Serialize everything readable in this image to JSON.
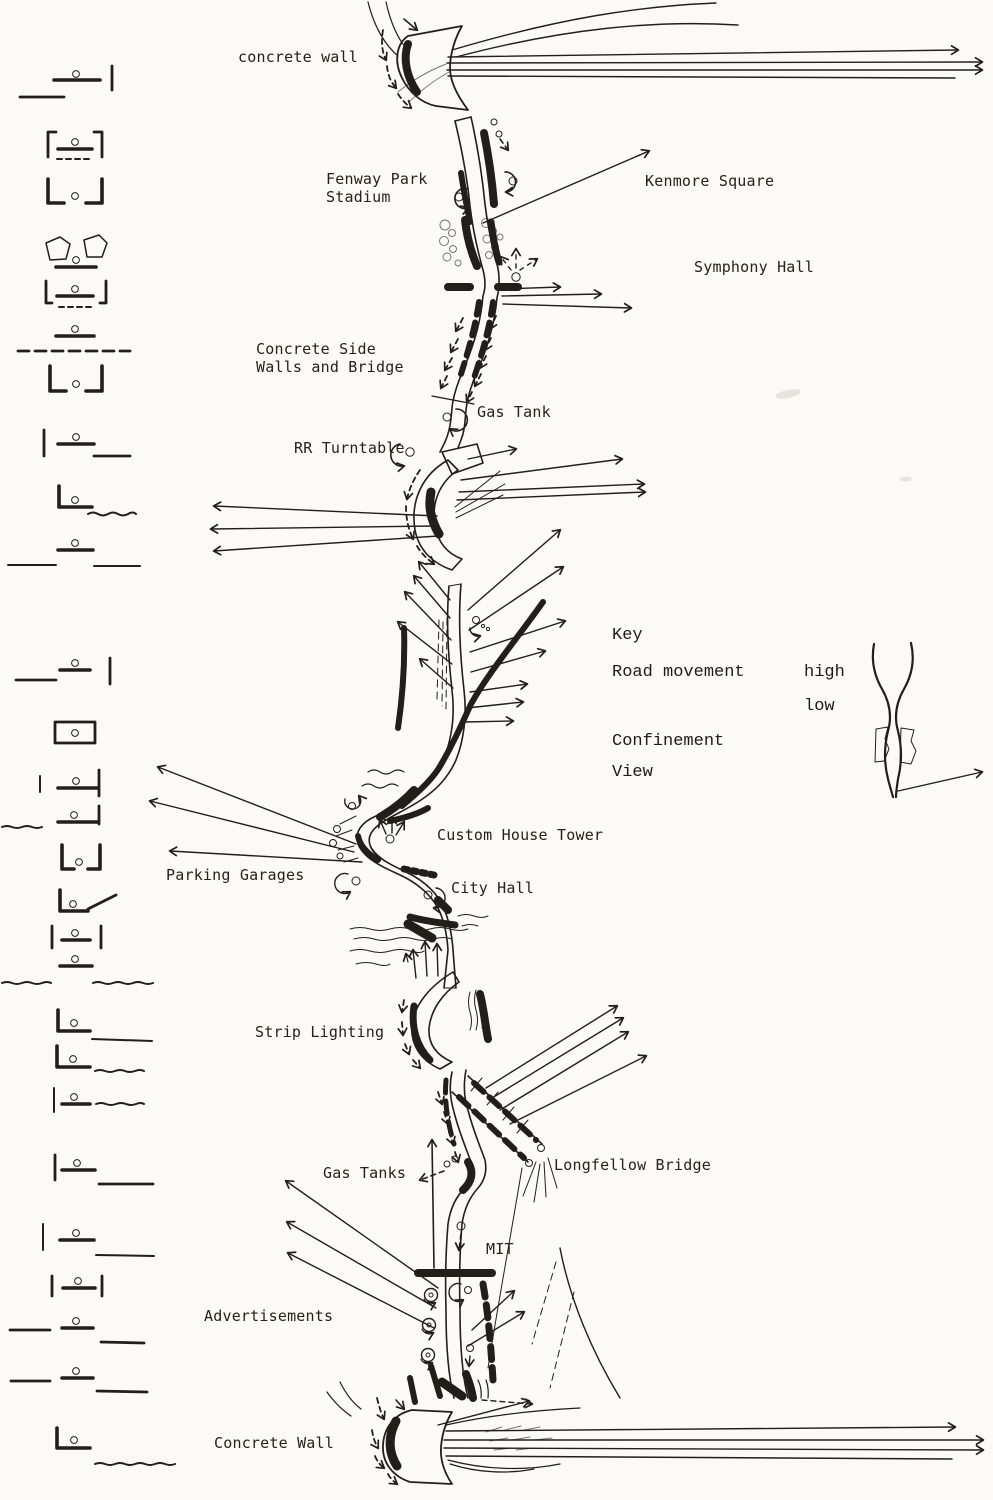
{
  "figure": {
    "title_hint": "road corridor visual analysis diagram",
    "paper_color": "#fbfaf7",
    "ink_color": "#221f1a"
  },
  "labels": {
    "concrete_wall_top": "concrete wall",
    "fenway_park": "Fenway Park\nStadium",
    "kenmore_square": "Kenmore Square",
    "symphony_hall": "Symphony Hall",
    "concrete_side_walls": "Concrete Side\nWalls and Bridge",
    "gas_tank": "Gas Tank",
    "rr_turntable": "RR Turntable",
    "custom_house_tower": "Custom House Tower",
    "parking_garages": "Parking Garages",
    "city_hall": "City Hall",
    "strip_lighting": "Strip Lighting",
    "gas_tanks": "Gas Tanks",
    "longfellow_bridge": "Longfellow Bridge",
    "mit": "MIT",
    "advertisements": "Advertisements",
    "concrete_wall_bottom": "Concrete Wall"
  },
  "key": {
    "title": "Key",
    "road_movement": "Road movement",
    "high": "high",
    "low": "low",
    "confinement": "Confinement",
    "view": "View"
  },
  "section_symbols": [
    {
      "id": 1,
      "type": "deck-with-wall-right"
    },
    {
      "id": 2,
      "type": "walled-u-section-dashed"
    },
    {
      "id": 3,
      "type": "open-u-section"
    },
    {
      "id": 4,
      "type": "rock-cut-section"
    },
    {
      "id": 5,
      "type": "walled-u-section-dashed"
    },
    {
      "id": 6,
      "type": "deck-on-dashed-ground"
    },
    {
      "id": 7,
      "type": "open-u-section"
    },
    {
      "id": 8,
      "type": "wall-left-deck-step-right"
    },
    {
      "id": 9,
      "type": "wall-left-water-right"
    },
    {
      "id": 10,
      "type": "elevated-deck"
    },
    {
      "id": 11,
      "type": "deck-wall-right-ground-left"
    },
    {
      "id": 12,
      "type": "tunnel-box"
    },
    {
      "id": 13,
      "type": "deck-wall-right"
    },
    {
      "id": 14,
      "type": "deck-wall-right"
    },
    {
      "id": 15,
      "type": "open-u-section"
    },
    {
      "id": 16,
      "type": "wall-left-ramp-right"
    },
    {
      "id": 17,
      "type": "walls-both-sides"
    },
    {
      "id": 18,
      "type": "elevated-deck-water"
    },
    {
      "id": 19,
      "type": "wall-left-step-right"
    },
    {
      "id": 20,
      "type": "wall-left-water-right"
    },
    {
      "id": 21,
      "type": "wall-left-water-right"
    },
    {
      "id": 22,
      "type": "wall-left-step-right"
    },
    {
      "id": 23,
      "type": "wall-left-step-right"
    },
    {
      "id": 24,
      "type": "walls-both-sides"
    },
    {
      "id": 25,
      "type": "stepped-decks"
    },
    {
      "id": 26,
      "type": "stepped-decks"
    },
    {
      "id": 27,
      "type": "wall-left-water-right"
    }
  ]
}
